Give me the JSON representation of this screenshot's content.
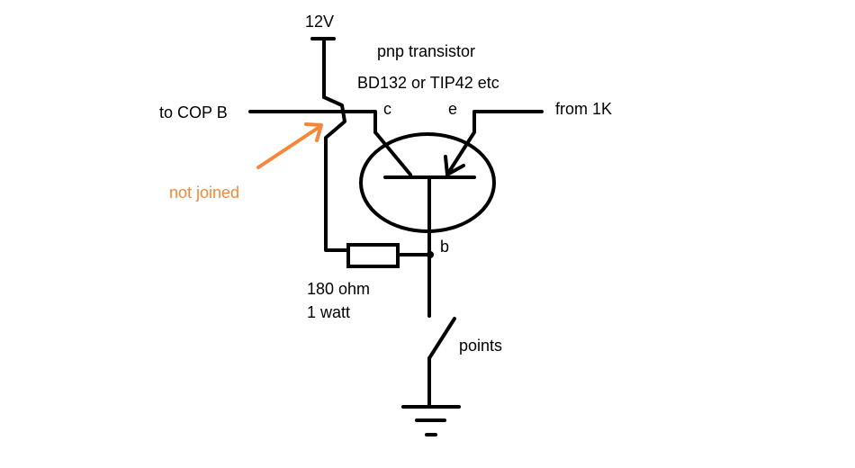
{
  "colors": {
    "ink": "#000000",
    "accent": "#f4873a"
  },
  "labels": {
    "supply": "12V",
    "transistor_type": "pnp transistor",
    "transistor_parts": "BD132 or TIP42 etc",
    "cop_b": "to COP B",
    "collector": "c",
    "emitter": "e",
    "from_1k": "from 1K",
    "not_joined": "not joined",
    "base": "b",
    "resistor_value": "180 ohm",
    "resistor_power": "1 watt",
    "points": "points"
  }
}
